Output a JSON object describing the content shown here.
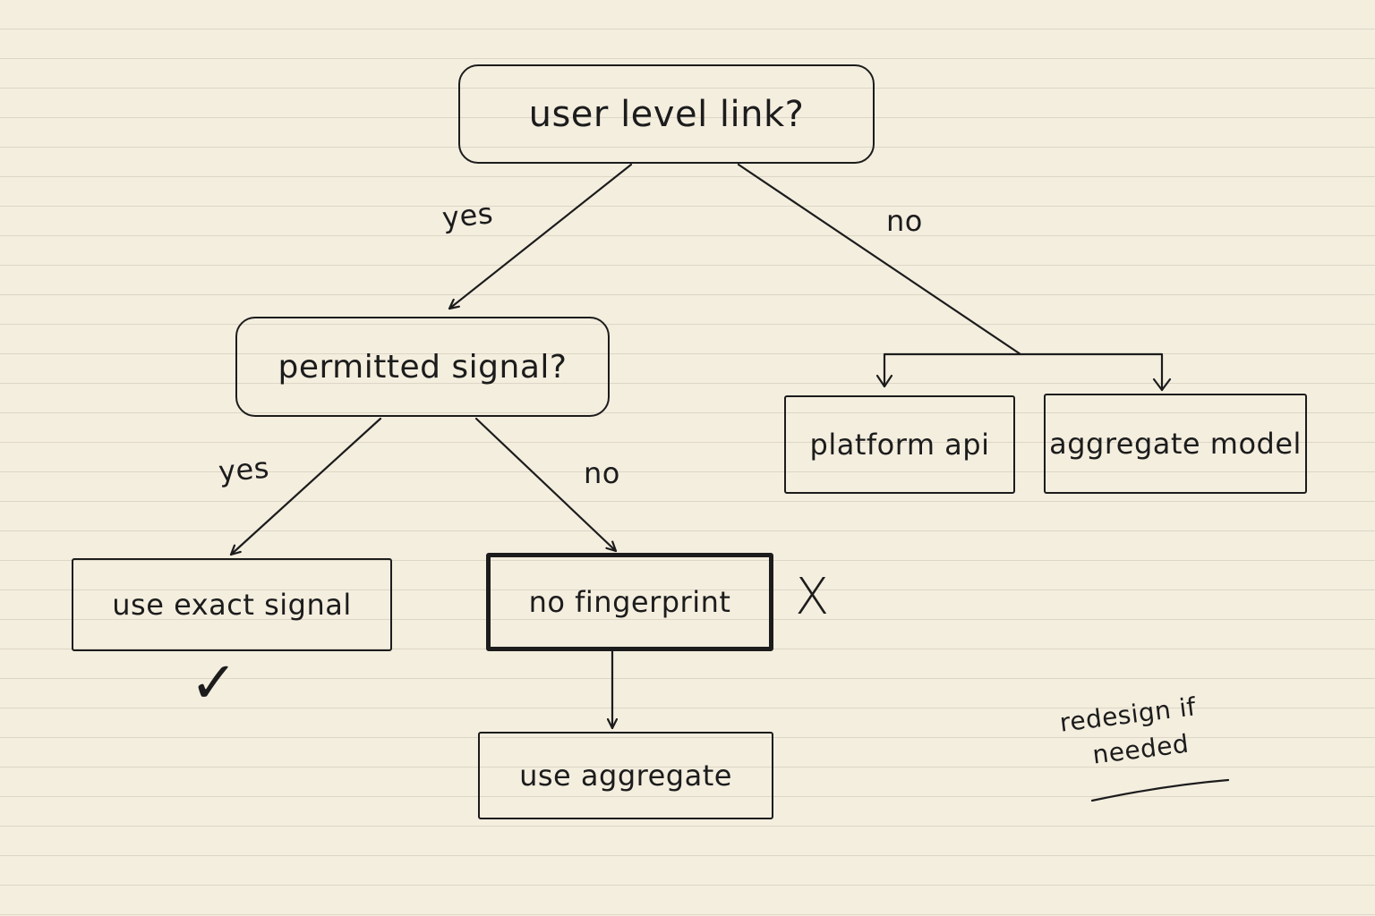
{
  "nodes": {
    "root": "user level link?",
    "permitted": "permitted signal?",
    "platform_api": "platform api",
    "aggregate_model": "aggregate model",
    "exact_signal": "use exact signal",
    "no_fingerprint": "no fingerprint",
    "use_aggregate": "use aggregate"
  },
  "edge_labels": {
    "root_yes": "yes",
    "root_no": "no",
    "permitted_yes": "yes",
    "permitted_no": "no"
  },
  "marks": {
    "check": "✓",
    "cross": "X"
  },
  "note": {
    "line1": "redesign if",
    "line2": "needed"
  },
  "colors": {
    "paper": "#f4eedf",
    "rule_line": "#ddd6c6",
    "ink": "#1c1c1c"
  }
}
